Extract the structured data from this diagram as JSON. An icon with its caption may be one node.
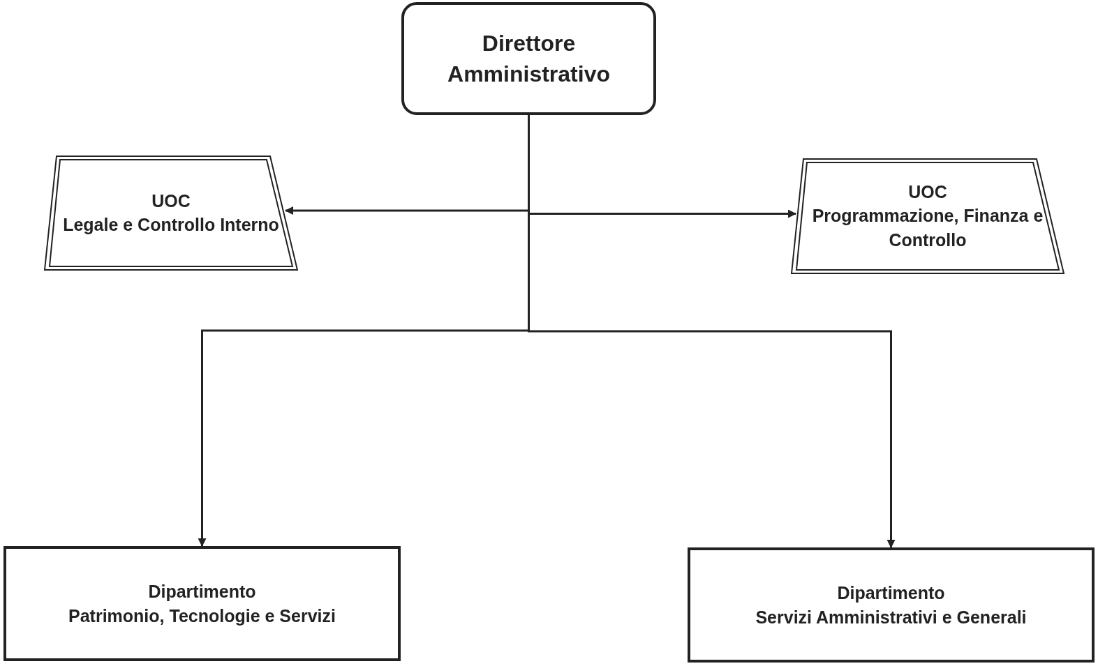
{
  "diagram": {
    "nodes": [
      {
        "text": [
          "Direttore Amministrativo"
        ]
      },
      {
        "text": [
          "UOC",
          "Legale e Controllo Interno"
        ]
      },
      {
        "text": [
          "UOC",
          "Programmazione, Finanza e Controllo"
        ]
      },
      {
        "text": [
          "Dipartimento",
          "Patrimonio, Tecnologie e Servizi"
        ]
      },
      {
        "text": [
          "Dipartimento",
          "Servizi Amministrativi e Generali"
        ]
      }
    ],
    "edges": [
      {
        "from": 0,
        "to": 1,
        "arrow": "to"
      },
      {
        "from": 0,
        "to": 2,
        "arrow": "to"
      },
      {
        "from": 0,
        "to": 3,
        "arrow": "to"
      },
      {
        "from": 0,
        "to": 4,
        "arrow": "to"
      }
    ]
  }
}
